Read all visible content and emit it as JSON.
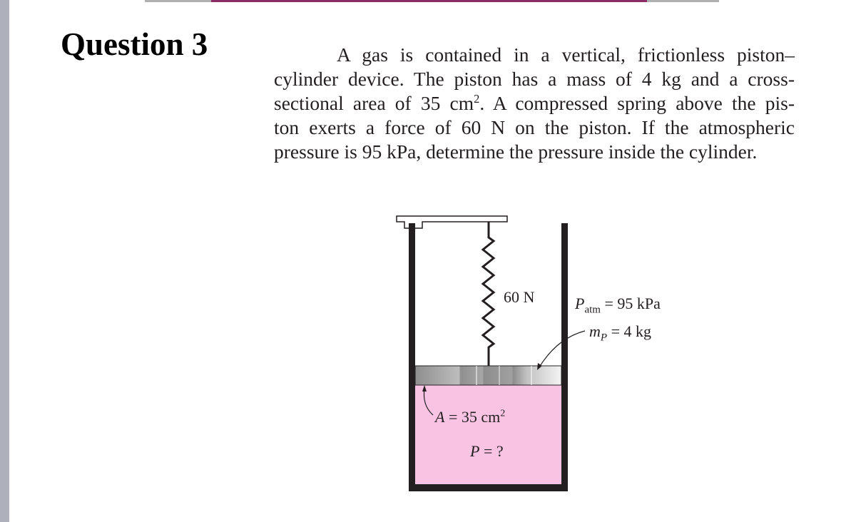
{
  "page": {
    "title": "Question 3",
    "problem_lines": [
      "A gas is contained in a vertical, frictionless piston–",
      "cylinder device. The piston has a mass of 4 kg and a cross-",
      "sectional area of 35 cm",
      "ton exerts a force of 60 N on the piston. If the atmospheric",
      "pressure is 95 kPa, determine the pressure inside the cylinder."
    ],
    "line3_sup": "2",
    "line3_rest": ". A compressed spring above the pis-"
  },
  "figure": {
    "spring_force": "60 N",
    "patm_symbol": "P",
    "patm_sub": "atm",
    "patm_value": "= 95 kPa",
    "mass_symbol": "m",
    "mass_sub": "P",
    "mass_value": "= 4 kg",
    "area_symbol": "A",
    "area_value": "= 35 cm",
    "area_sup": "2",
    "pressure_symbol": "P",
    "pressure_value": "= ?",
    "colors": {
      "gas": "#f9c3e4",
      "wall": "#231f20",
      "accent_bar": "#8c2c64",
      "side_bar": "#aeb1bb"
    }
  }
}
